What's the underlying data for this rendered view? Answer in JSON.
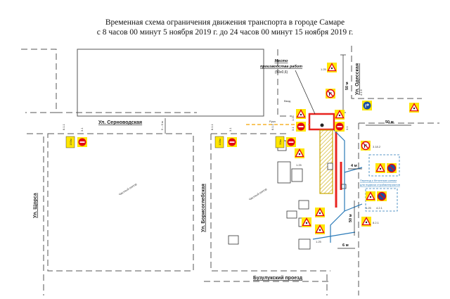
{
  "title": {
    "line1": "Временная схема ограничения движения транспорта в городе Самаре",
    "line2": "с 8 часов 00 минут 5 ноября 2019 г. до 24 часов 00 минут 15 ноября 2019 г."
  },
  "streets": {
    "sernovodskaya": "Ул. Серноводская",
    "odesskaya": "Ул. Одесская",
    "borisoglebskaya": "Ул. Борисоглебская",
    "shchorsa": "Ул. Щорса",
    "buzuluksky": "Бузулукский проезд"
  },
  "work_zone": {
    "label_line1": "Место",
    "label_line2": "производства работ",
    "size": "(50x0,6)"
  },
  "annotations": {
    "vvod": "Ввод",
    "ruka": "Рука",
    "pereh_line1": "Переход к бетонным шинам",
    "pereh_line2": "для подвоза стройматериалов",
    "hatch1": "Частный сектор",
    "hatch2": "Частный сектор"
  },
  "dimensions": {
    "d50_top": "50 м",
    "d50_right": "50 м",
    "d50_bottom": "50 м",
    "d4": "4 м",
    "d6": "6 м",
    "d5_6": "5 – 6 м"
  },
  "sign_codes": {
    "s1_25a": "1.25",
    "s1_25b": "1.25",
    "s1_25c": "1.25",
    "s1_25d": "1.25",
    "s1_25e": "1.25",
    "s3_1a": "3.1",
    "s3_1b": "3.1",
    "s3_1c": "3.1",
    "s3_1d": "3.1",
    "s8_1a": "8.1.1",
    "s8_1b": "8.1.1",
    "s8_1c": "8.1.1",
    "s4_1_6": "4.1.6",
    "s3_18_2": "3.18.2",
    "s4_2_1": "4.2.1",
    "s8_2_1": "8.2.1",
    "plate_a": "150м",
    "plate_b": "100м",
    "plate_c": "50м"
  },
  "colors": {
    "road_line": "#555555",
    "work_zone": "#e8231f",
    "sign_yellow": "#ffe600",
    "sign_red": "#e30613",
    "pedestrian_path": "#2a7ab8"
  }
}
